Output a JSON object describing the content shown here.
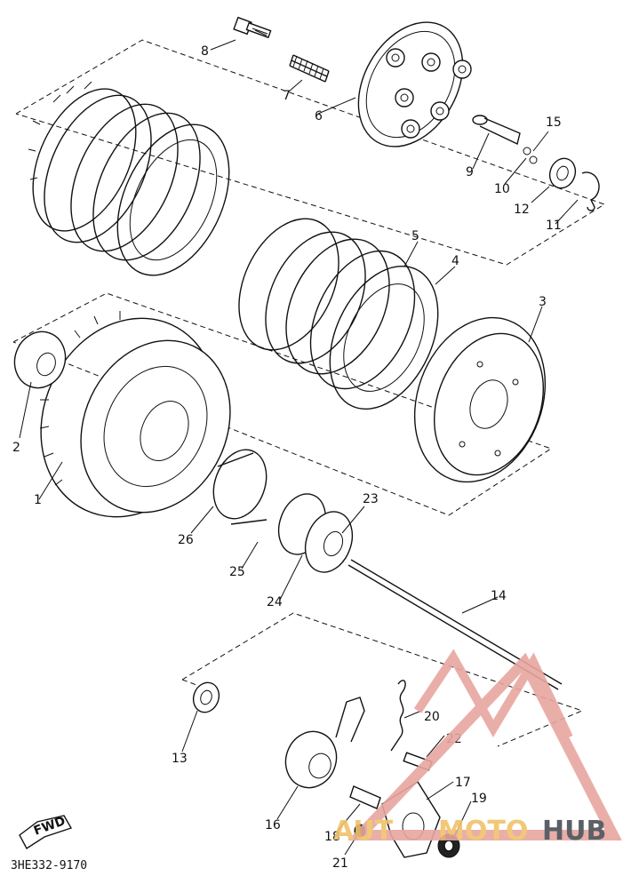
{
  "diagram": {
    "drawing_code": "3HE332-9170",
    "direction_tag": "FWD",
    "part_numbers": [
      "1",
      "2",
      "3",
      "4",
      "5",
      "6",
      "7",
      "8",
      "9",
      "10",
      "11",
      "12",
      "13",
      "14",
      "15",
      "16",
      "17",
      "18",
      "19",
      "20",
      "21",
      "22",
      "23",
      "24",
      "25",
      "26"
    ]
  },
  "watermark": {
    "text_a": "AUT",
    "text_b": "MOTO",
    "text_c": "HUB",
    "color_primary": "#e8a6a0",
    "color_secondary": "#f0c36a",
    "color_dark": "#4a4f56"
  }
}
